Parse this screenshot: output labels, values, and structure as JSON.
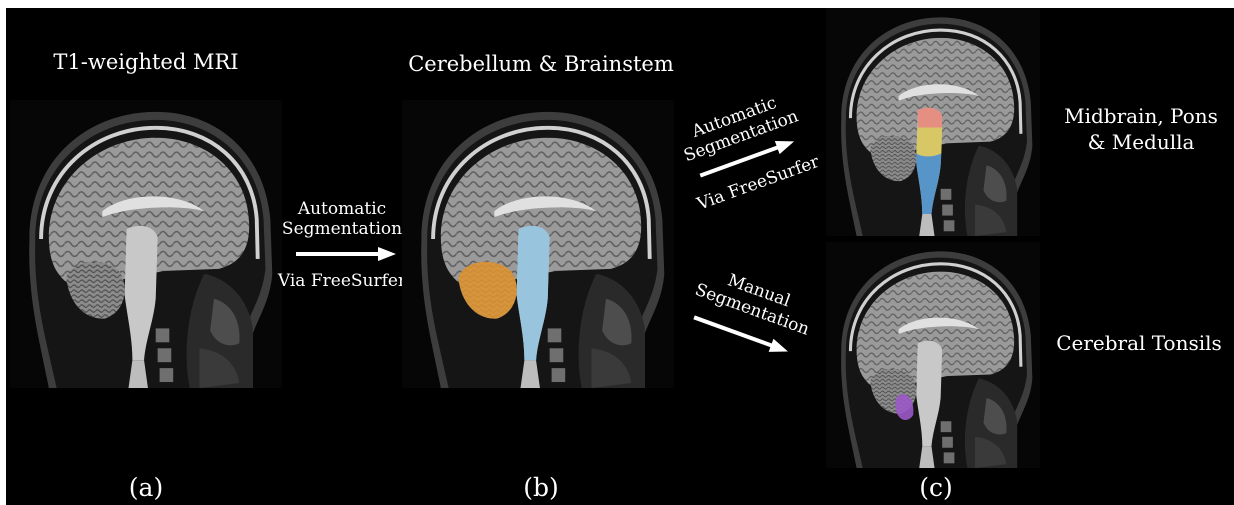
{
  "panels": {
    "a": {
      "title": "T1-weighted MRI",
      "label": "(a)"
    },
    "b": {
      "title": "Cerebellum & Brainstem",
      "label": "(b)"
    },
    "c": {
      "label": "(c)",
      "top_label_line1": "Midbrain, Pons",
      "top_label_line2": "& Medulla",
      "bottom_label": "Cerebral Tonsils"
    }
  },
  "arrows": {
    "a_to_b": {
      "line1": "Automatic",
      "line2": "Segmentation",
      "line3": "Via FreeSurfer"
    },
    "b_to_c_top": {
      "line1": "Automatic",
      "line2": "Segmentation",
      "line3": "Via FreeSurfer"
    },
    "b_to_c_bottom": {
      "line1": "Manual",
      "line2": "Segmentation"
    }
  },
  "colors": {
    "background": "#000000",
    "text": "#ffffff",
    "cerebellum": "#e3952f",
    "brainstem": "#8fc3e0",
    "midbrain": "#e8877a",
    "pons": "#d8c85a",
    "medulla": "#4a8fc9",
    "tonsils": "#9b59c8"
  },
  "icons": {
    "arrow": "right-arrow-icon",
    "mri": "sagittal-mri-slice"
  }
}
